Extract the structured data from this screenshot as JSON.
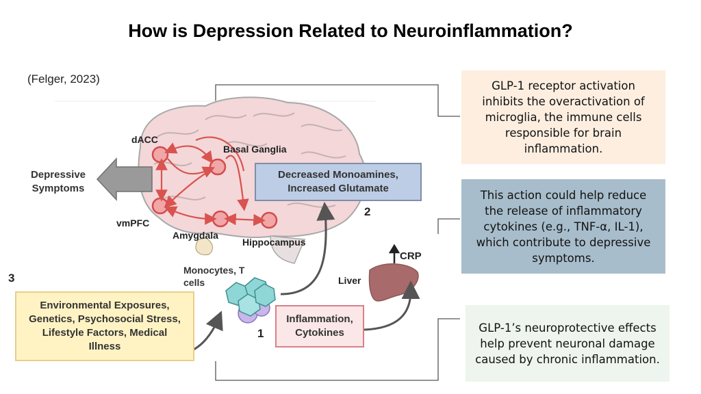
{
  "title": "How is Depression Related to Neuroinflammation?",
  "citation": "(Felger, 2023)",
  "notes": [
    {
      "text": "GLP-1 receptor activation inhibits the overactivation of microglia, the immune cells responsible for brain inflammation.",
      "bg": "#fdeee0"
    },
    {
      "text": "This action could help reduce the release of inflammatory cytokines (e.g., TNF-α, IL-1), which contribute to depressive symptoms.",
      "bg": "#a8bdcb"
    },
    {
      "text": "GLP-1’s neuroprotective effects help prevent neuronal damage caused by chronic inflammation.",
      "bg": "#edf5ee"
    }
  ],
  "figure": {
    "depressive_symptoms": "Depressive Symptoms",
    "regions": {
      "dacc": "dACC",
      "basal_ganglia": "Basal Ganglia",
      "vmpfc": "vmPFC",
      "amygdala": "Amygdala",
      "hippocampus": "Hippocampus"
    },
    "monoamines_box": "Decreased Monoamines, Increased Glutamate",
    "label_2": "2",
    "label_3": "3",
    "label_1": "1",
    "monocytes": "Monocytes, T cells",
    "liver": "Liver",
    "crp": "CRP",
    "environment_box": "Environmental Exposures, Genetics, Psychosocial Stress, Lifestyle Factors, Medical Illness",
    "inflammation_box": "Inflammation, Cytokines"
  },
  "colors": {
    "region_circle": "#e06a6a",
    "monoamine_box_bg": "#bccde5",
    "env_box_bg": "#fff3c4",
    "inflam_box_border": "#d9808a"
  }
}
